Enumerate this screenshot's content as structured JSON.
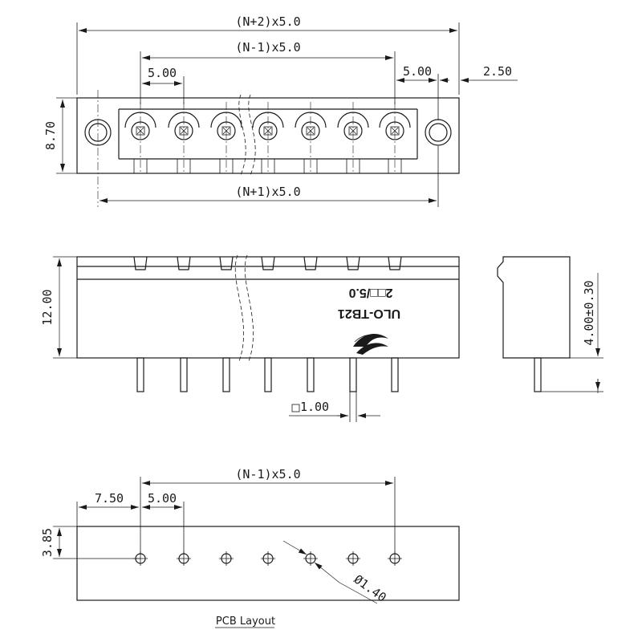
{
  "top_view": {
    "dim_overall": "(N+2)x5.0",
    "dim_end_pins": "(N-1)x5.0",
    "dim_pitch": "5.00",
    "dim_right_pitch": "5.00",
    "dim_offset": "2.50",
    "dim_height": "8.70",
    "dim_flange": "(N+1)x5.0"
  },
  "front_view": {
    "dim_height": "12.00",
    "dim_pin": "1.00",
    "marking_line1": "ULO-TB21",
    "marking_line2": "2□□/5.0"
  },
  "side_view": {
    "dim_pin_length": "4.00±0.30"
  },
  "pcb_view": {
    "dim_end_pins": "(N-1)x5.0",
    "dim_first_pin": "7.50",
    "dim_pitch": "5.00",
    "dim_row": "3.85",
    "dim_hole": "Ø1.40",
    "caption": "PCB Layout"
  }
}
